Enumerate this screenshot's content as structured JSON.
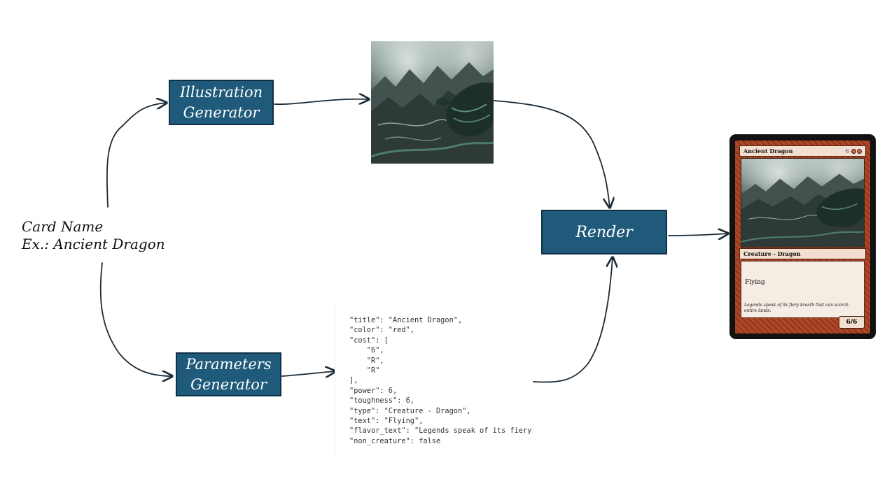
{
  "input": {
    "label": "Card Name",
    "example": "Ex.: Ancient Dragon"
  },
  "nodes": {
    "illustration": {
      "line1": "Illustration",
      "line2": "Generator"
    },
    "parameters": {
      "line1": "Parameters",
      "line2": "Generator"
    },
    "render": {
      "label": "Render"
    }
  },
  "json_output": "\"title\": \"Ancient Dragon\",\n\"color\": \"red\",\n\"cost\": [\n    \"6\",\n    \"R\",\n    \"R\"\n],\n\"power\": 6,\n\"toughness\": 6,\n\"type\": \"Creature - Dragon\",\n\"text\": \"Flying\",\n\"flavor_text\": \"Legends speak of its fiery\n\"non_creature\": false",
  "card": {
    "title": "Ancient Dragon",
    "cost_generic": "6",
    "type_line": "Creature - Dragon",
    "rules_text": "Flying",
    "flavor_text": "Legends speak of its fiery breath that can scorch entire lands.",
    "pt": "6/6"
  },
  "colors": {
    "node_fill": "#1f5a7a",
    "card_border": "#a33d22",
    "arrow": "#1a2a36"
  }
}
